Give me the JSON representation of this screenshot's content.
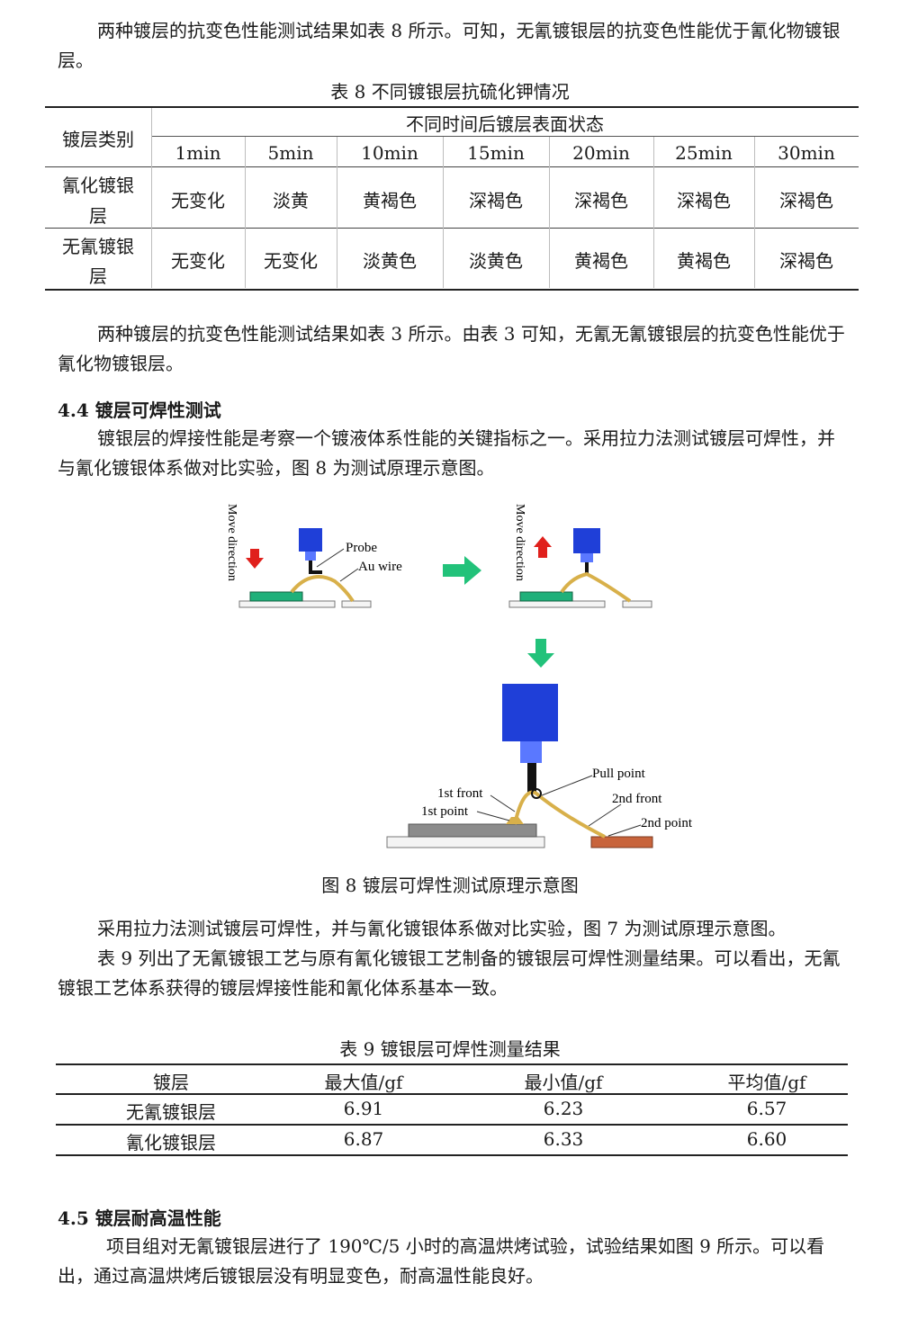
{
  "para1": "两种镀层的抗变色性能测试结果如表 8 所示。可知，无氰镀银层的抗变色性能优于氰化物镀银层。",
  "table8": {
    "caption": "表 8  不同镀银层抗硫化钾情况",
    "row_header": "镀层类别",
    "group_header": "不同时间后镀层表面状态",
    "times": [
      "1min",
      "5min",
      "10min",
      "15min",
      "20min",
      "25min",
      "30min"
    ],
    "rows": [
      {
        "label_line1": "氰化镀银",
        "label_line2": "层",
        "values": [
          "无变化",
          "淡黄",
          "黄褐色",
          "深褐色",
          "深褐色",
          "深褐色",
          "深褐色"
        ]
      },
      {
        "label_line1": "无氰镀银",
        "label_line2": "层",
        "values": [
          "无变化",
          "无变化",
          "淡黄色",
          "淡黄色",
          "黄褐色",
          "黄褐色",
          "深褐色"
        ]
      }
    ]
  },
  "para2": "两种镀层的抗变色性能测试结果如表 3 所示。由表 3 可知，无氰无氰镀银层的抗变色性能优于氰化物镀银层。",
  "section44": {
    "heading": "4.4 镀层可焊性测试",
    "text": "镀银层的焊接性能是考察一个镀液体系性能的关键指标之一。采用拉力法测试镀层可焊性，并与氰化镀银体系做对比实验，图 8 为测试原理示意图。"
  },
  "figure8": {
    "caption": "图 8  镀层可焊性测试原理示意图",
    "labels": {
      "move_direction": "Move direction",
      "probe": "Probe",
      "au_wire": "Au wire",
      "pull_point": "Pull point",
      "first_front": "1st front",
      "first_point": "1st point",
      "second_front": "2nd front",
      "second_point": "2nd point"
    },
    "colors": {
      "probe_blue": "#1f3fd8",
      "arrow_green": "#22c27a",
      "arrow_red": "#e0201c",
      "pad_green": "#1fb07a",
      "wire_gold": "#d8b04a",
      "pad_copper": "#c8643c"
    }
  },
  "para3": "采用拉力法测试镀层可焊性，并与氰化镀银体系做对比实验，图 7 为测试原理示意图。",
  "para4": "表 9 列出了无氰镀银工艺与原有氰化镀银工艺制备的镀银层可焊性测量结果。可以看出，无氰镀银工艺体系获得的镀层焊接性能和氰化体系基本一致。",
  "table9": {
    "caption": "表 9 镀银层可焊性测量结果",
    "headers": [
      "镀层",
      "最大值/gf",
      "最小值/gf",
      "平均值/gf"
    ],
    "rows": [
      [
        "无氰镀银层",
        "6.91",
        "6.23",
        "6.57"
      ],
      [
        "氰化镀银层",
        "6.87",
        "6.33",
        "6.60"
      ]
    ]
  },
  "section45": {
    "heading": "4.5 镀层耐高温性能",
    "text": "项目组对无氰镀银层进行了 190℃/5 小时的高温烘烤试验，试验结果如图 9 所示。可以看出，通过高温烘烤后镀银层没有明显变色，耐高温性能良好。"
  }
}
